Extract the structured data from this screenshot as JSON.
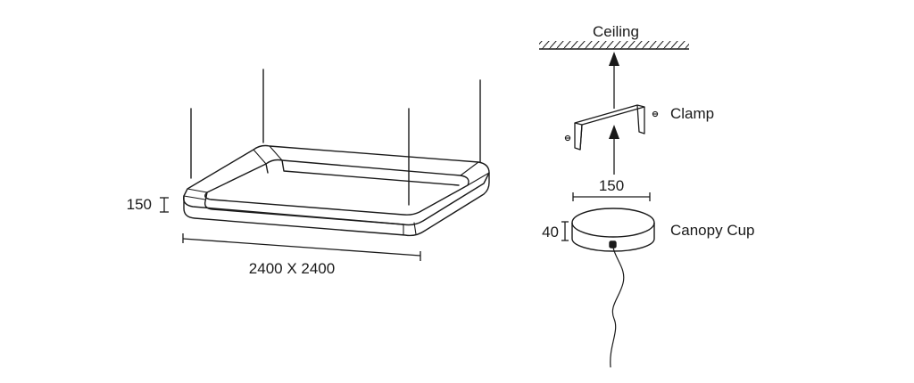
{
  "fixture": {
    "height_dim": "150",
    "footprint_dim": "2400 X 2400"
  },
  "mounting": {
    "ceiling_label": "Ceiling",
    "clamp_label": "Clamp",
    "clamp_width_dim": "150",
    "canopy_height_dim": "40",
    "canopy_label": "Canopy Cup"
  },
  "colors": {
    "line": "#1a1a1a",
    "background": "#ffffff"
  }
}
